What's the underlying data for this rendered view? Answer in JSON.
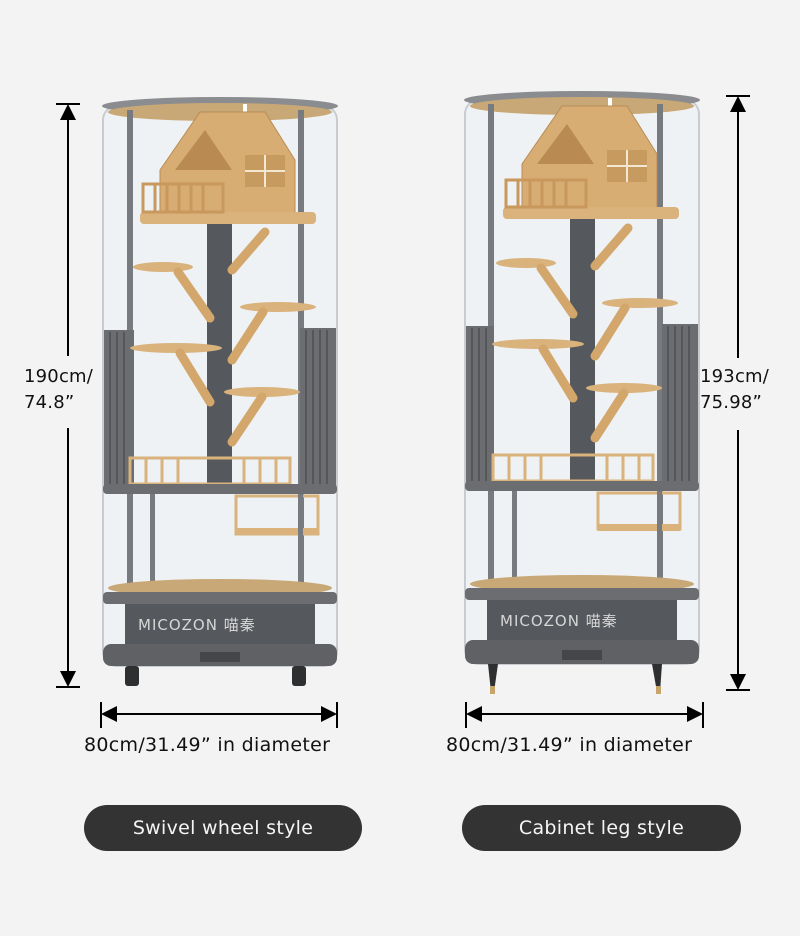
{
  "products": [
    {
      "height_metric": "190cm/",
      "height_imperial": "74.8”",
      "diameter": "80cm/31.49” in diameter",
      "style_label": "Swivel wheel style",
      "base": "wheels",
      "brand": "MICOZON 喵秦"
    },
    {
      "height_metric": "193cm/",
      "height_imperial": "75.98”",
      "diameter": "80cm/31.49” in diameter",
      "style_label": "Cabinet leg style",
      "base": "legs",
      "brand": "MICOZON 喵秦"
    }
  ],
  "colors": {
    "background": "#f3f3f3",
    "pill": "#333333",
    "frame": "#6b6d70",
    "wood": "#d9b27c",
    "post": "#55585d"
  }
}
